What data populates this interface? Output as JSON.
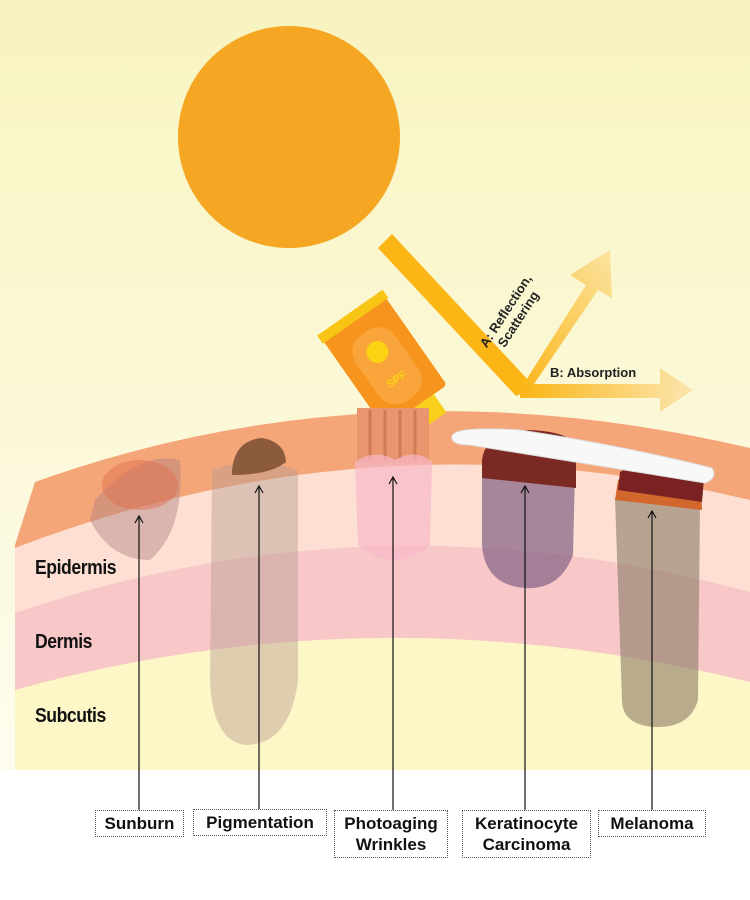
{
  "rays": {
    "reflection": "A: Reflection,",
    "reflection_line2": "Scattering",
    "absorption": "B: Absorption"
  },
  "sunscreen": {
    "tube_text": "SPF"
  },
  "layers": [
    "Epidermis",
    "Dermis",
    "Subcutis"
  ],
  "conditions": [
    {
      "line1": "Sunburn",
      "line2": ""
    },
    {
      "line1": "Pigmentation",
      "line2": ""
    },
    {
      "line1": "Photoaging",
      "line2": "Wrinkles"
    },
    {
      "line1": "Keratinocyte",
      "line2": "Carcinoma"
    },
    {
      "line1": "Melanoma",
      "line2": ""
    }
  ],
  "colors": {
    "sun": "#f5a623",
    "ray": "#fbb917",
    "stratum": "#f4a679",
    "epidermis": "#fde0d3",
    "dermis": "#f8c8c8",
    "subcutis": "#fdf7c8"
  }
}
